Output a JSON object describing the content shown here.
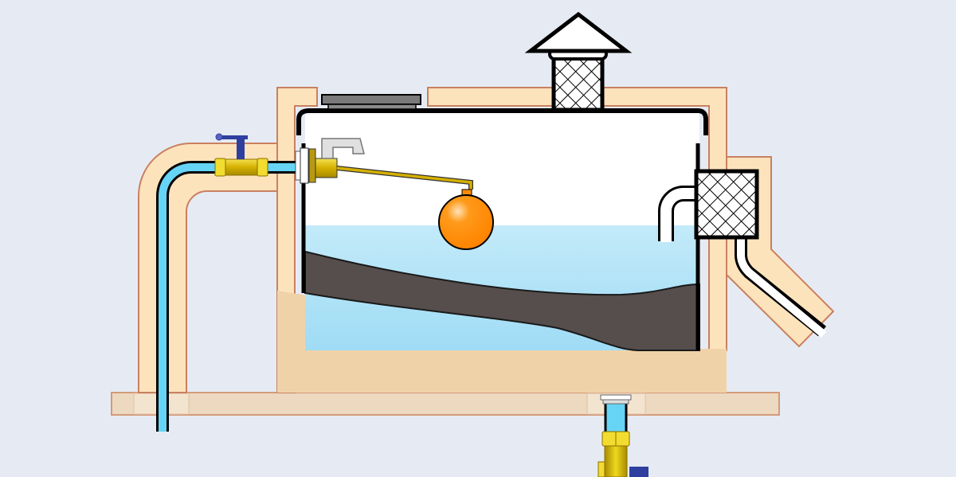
{
  "diagram": {
    "components": [
      "inlet-pipe",
      "stop-valve",
      "float-valve",
      "float-ball",
      "tank",
      "tank-lid",
      "vent",
      "overflow-filter",
      "overflow-pipe",
      "insulation",
      "outlet-pipe",
      "outlet-valve",
      "base-board"
    ],
    "water_level": 0.5
  },
  "colors": {
    "background": "#e6ebf3",
    "insulation": "#fde3bc",
    "insulation_edge": "#c98060",
    "water": "#bde8f8",
    "pipe_water": "#66d4f5",
    "sediment": "#554e4c",
    "sand": "#f0d2a9",
    "brass": "#d9b800",
    "float": "#ff8c00",
    "valve_handle": "#2f3f9f",
    "lid": "#7a7a7a"
  }
}
